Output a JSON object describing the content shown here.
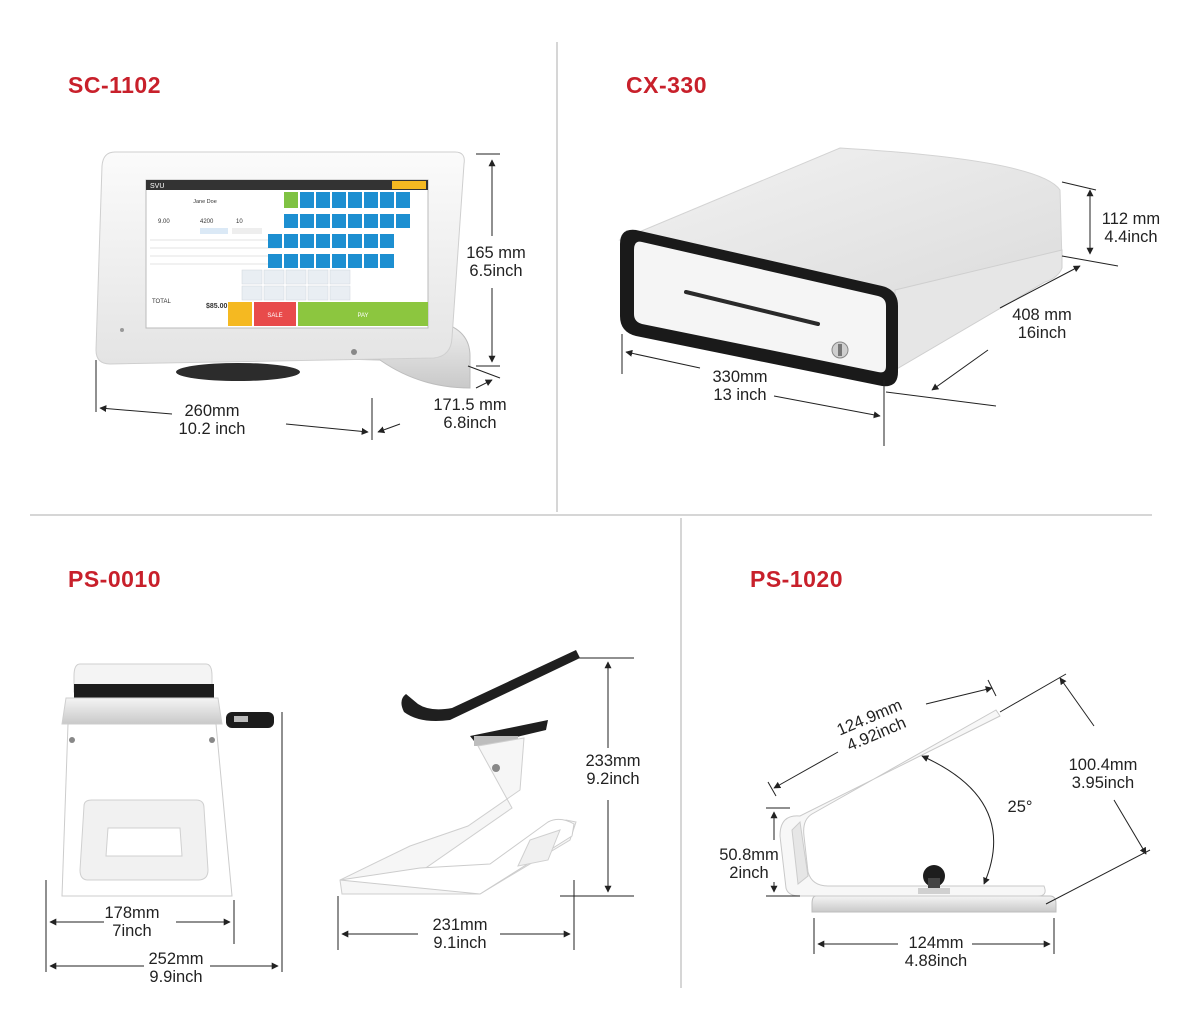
{
  "products": [
    {
      "model": "SC-1102",
      "dims": [
        {
          "mm": "165 mm",
          "inch": "6.5inch"
        },
        {
          "mm": "260mm",
          "inch": "10.2 inch"
        },
        {
          "mm": "171.5 mm",
          "inch": "6.8inch"
        }
      ],
      "screen": {
        "customer": "Jane Doe",
        "row_a": "9.00",
        "row_b": "4200",
        "row_c": "10",
        "total_label": "TOTAL",
        "total_value": "$85.00",
        "sale_label": "SALE",
        "pay_label": "PAY"
      }
    },
    {
      "model": "CX-330",
      "dims": [
        {
          "mm": "112 mm",
          "inch": "4.4inch"
        },
        {
          "mm": "408 mm",
          "inch": "16inch"
        },
        {
          "mm": "330mm",
          "inch": "13 inch"
        }
      ]
    },
    {
      "model": "PS-0010",
      "dims": [
        {
          "mm": "233mm",
          "inch": "9.2inch"
        },
        {
          "mm": "178mm",
          "inch": "7inch"
        },
        {
          "mm": "252mm",
          "inch": "9.9inch"
        },
        {
          "mm": "231mm",
          "inch": "9.1inch"
        }
      ]
    },
    {
      "model": "PS-1020",
      "dims": [
        {
          "mm": "124.9mm",
          "inch": "4.92inch"
        },
        {
          "mm": "100.4mm",
          "inch": "3.95inch"
        },
        {
          "mm": "50.8mm",
          "inch": "2inch"
        },
        {
          "mm": "124mm",
          "inch": "4.88inch"
        }
      ],
      "angle": "25°"
    }
  ],
  "colors": {
    "title": "#c8202b",
    "divider": "#d6d6d6",
    "accent_blue": "#1d8fd1",
    "pay_green": "#8cc63f",
    "sale_red": "#e84b4b",
    "yellow": "#f5b921"
  }
}
